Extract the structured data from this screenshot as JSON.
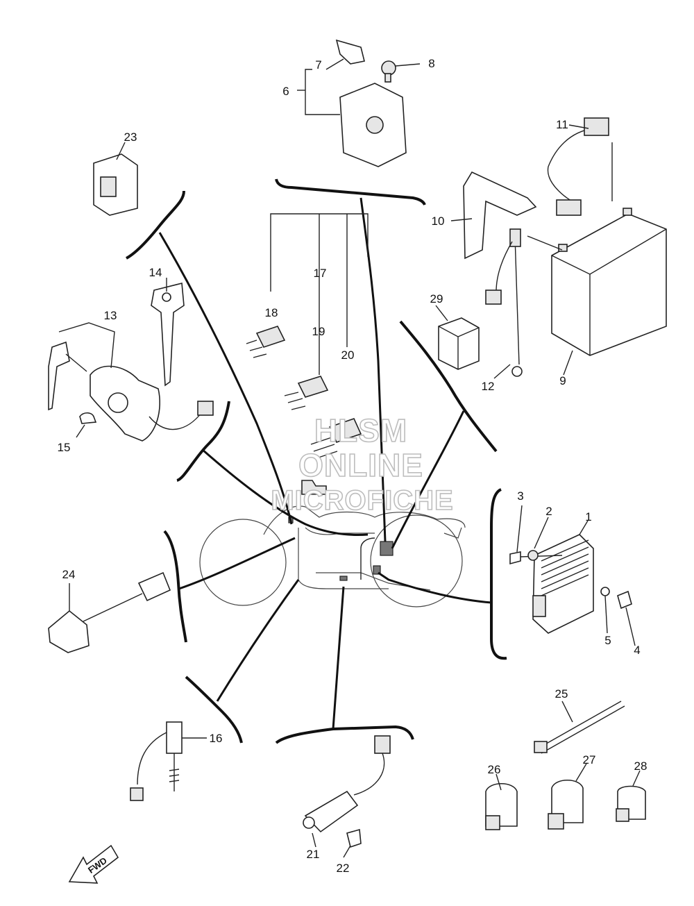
{
  "watermark": {
    "line1": "HLSM",
    "line2": "ONLINE",
    "line3": "MICROFICHE"
  },
  "fwd_label": "FWD",
  "callouts": {
    "c1": "1",
    "c2": "2",
    "c3": "3",
    "c4": "4",
    "c5": "5",
    "c6": "6",
    "c7": "7",
    "c8": "8",
    "c9": "9",
    "c10": "10",
    "c11": "11",
    "c12": "12",
    "c13": "13",
    "c14": "14",
    "c15": "15",
    "c16": "16",
    "c17": "17",
    "c18": "18",
    "c19": "19",
    "c20": "20",
    "c21": "21",
    "c22": "22",
    "c23": "23",
    "c24": "24",
    "c25": "25",
    "c26": "26",
    "c27": "27",
    "c28": "28",
    "c29": "29"
  }
}
